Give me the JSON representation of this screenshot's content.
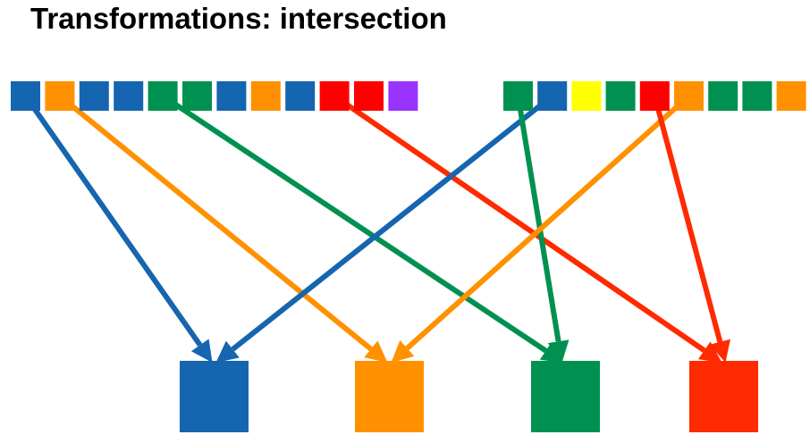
{
  "title": "Transformations: intersection",
  "colors": {
    "blue": "#1565B0",
    "orange": "#FF9100",
    "green": "#009150",
    "red": "#FF0000",
    "purple": "#9933FF",
    "yellow": "#FFFF00",
    "result_red": "#FF2A00"
  },
  "left_set": [
    "blue",
    "orange",
    "blue",
    "blue",
    "green",
    "green",
    "blue",
    "orange",
    "blue",
    "red",
    "red",
    "purple"
  ],
  "right_set": [
    "green",
    "blue",
    "yellow",
    "green",
    "red",
    "orange",
    "green",
    "green",
    "orange"
  ],
  "result_set": [
    "blue",
    "orange",
    "green",
    "result_red"
  ],
  "arrows": [
    {
      "from_set": "left",
      "from_index": 0,
      "to_index": 0,
      "color": "blue"
    },
    {
      "from_set": "left",
      "from_index": 1,
      "to_index": 1,
      "color": "orange"
    },
    {
      "from_set": "left",
      "from_index": 4,
      "to_index": 2,
      "color": "green"
    },
    {
      "from_set": "left",
      "from_index": 9,
      "to_index": 3,
      "color": "result_red"
    },
    {
      "from_set": "right",
      "from_index": 1,
      "to_index": 0,
      "color": "blue"
    },
    {
      "from_set": "right",
      "from_index": 0,
      "to_index": 2,
      "color": "green"
    },
    {
      "from_set": "right",
      "from_index": 5,
      "to_index": 1,
      "color": "orange"
    },
    {
      "from_set": "right",
      "from_index": 4,
      "to_index": 3,
      "color": "result_red"
    }
  ]
}
